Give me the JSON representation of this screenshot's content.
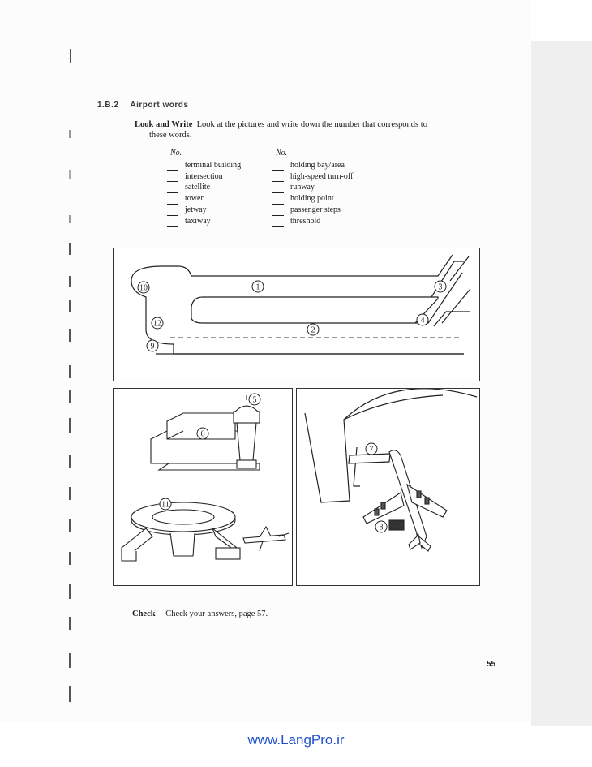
{
  "section": {
    "number": "1.B.2",
    "title": "Airport words"
  },
  "instruction": {
    "label": "Look and Write",
    "text": "Look at the pictures and write down the number that corresponds to",
    "text_cont": "these words."
  },
  "word_list": {
    "left_header": "No.",
    "right_header": "No.",
    "left": [
      "terminal building",
      "intersection",
      "satellite",
      "tower",
      "jetway",
      "taxiway"
    ],
    "right": [
      "holding bay/area",
      "high-speed turn-off",
      "runway",
      "holding point",
      "passenger steps",
      "threshold"
    ]
  },
  "diagram": {
    "runway_panel_labels": [
      "10",
      "1",
      "3",
      "4",
      "12",
      "2",
      "9"
    ],
    "terminal_panel_labels": [
      "5",
      "6",
      "11"
    ],
    "jetway_panel_labels": [
      "7",
      "8"
    ]
  },
  "check": {
    "label": "Check",
    "text": "Check your answers, page 57."
  },
  "page_number": "55",
  "watermark": "www.LangPro.ir"
}
